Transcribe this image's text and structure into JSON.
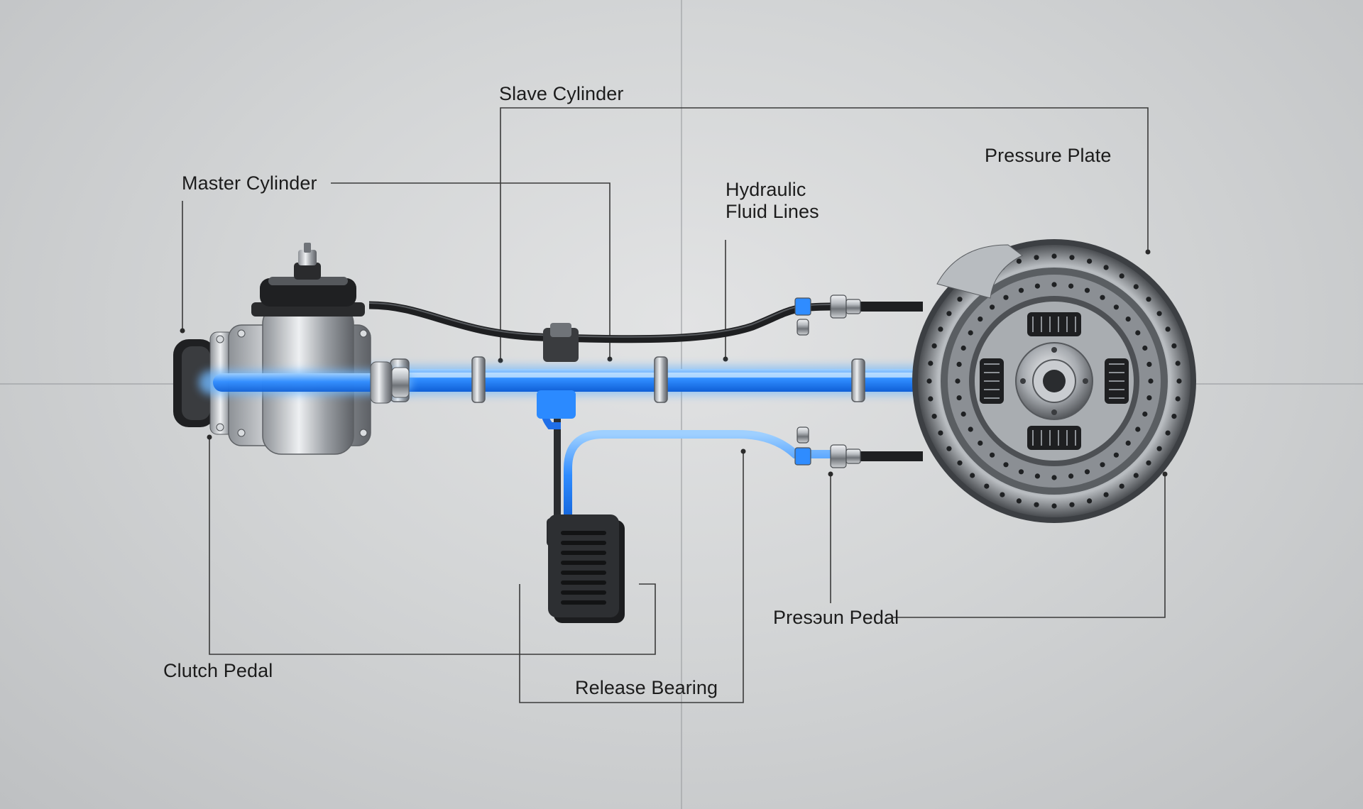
{
  "labels": {
    "slave_cylinder": "Slave Cylinder",
    "master_cylinder": "Master Cylinder",
    "hydraulic_fluid_lines_1": "Hydraulic",
    "hydraulic_fluid_lines_2": "Fluid Lines",
    "pressure_plate": "Pressure Plate",
    "pressure_pedal": "Presэun Pedal",
    "clutch_pedal": "Clutch Pedal",
    "release_bearing": "Release Bearing"
  },
  "colors": {
    "fluid_blue": "#2f8cff",
    "fluid_glow": "#7fc0ff",
    "metal_dark": "#2b2d30",
    "metal_mid": "#8a8e93",
    "metal_light": "#d7dadd",
    "leader_line": "#3a3a3a"
  },
  "icons": [
    "master-cylinder-illustration",
    "clutch-disc-illustration",
    "clutch-pedal-illustration"
  ]
}
